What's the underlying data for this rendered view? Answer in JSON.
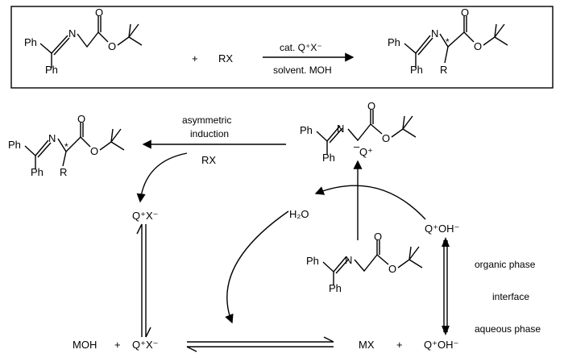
{
  "scheme": {
    "reagent": "RX",
    "plus": "+",
    "conditions_top": "cat. Q⁺X⁻",
    "conditions_bottom": "solvent. MOH"
  },
  "cycle": {
    "induction_line1": "asymmetric",
    "induction_line2": "induction",
    "induction_reagent": "RX",
    "qx_top": "Q⁺X⁻",
    "water": "H₂O",
    "qoh_org": "Q⁺OH⁻",
    "moh": "MOH",
    "plus_left": "+",
    "qx_bottom": "Q⁺X⁻",
    "mx": "MX",
    "plus_right": "+",
    "qoh_aq": "Q⁺OH⁻",
    "enolate_counterion": "Q⁺"
  },
  "phases": {
    "organic": "organic phase",
    "interface": "interface",
    "aqueous": "aqueous phase"
  },
  "molecule": {
    "ph": "Ph",
    "n": "N",
    "o": "O",
    "r": "R",
    "star": "*",
    "minus": "–"
  }
}
